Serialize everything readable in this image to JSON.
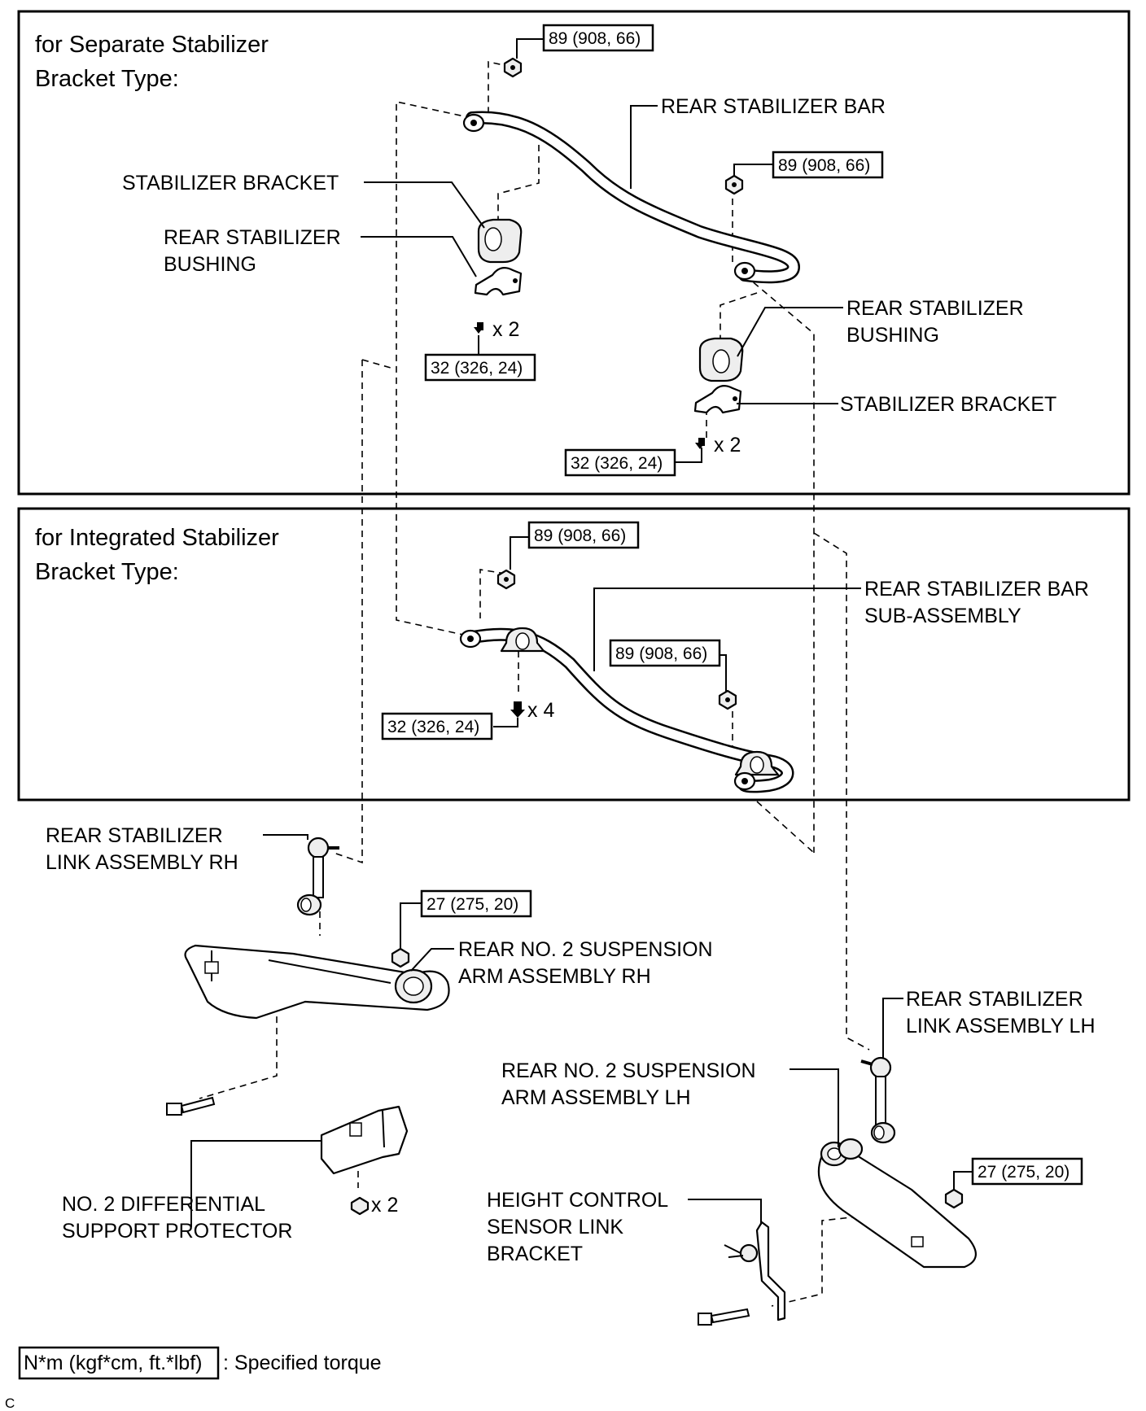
{
  "sections": {
    "separate_title": [
      "for Separate Stabilizer",
      "Bracket Type:"
    ],
    "integrated_title": [
      "for Integrated Stabilizer",
      "Bracket Type:"
    ]
  },
  "labels": {
    "rear_stabilizer_bar": "REAR STABILIZER BAR",
    "stabilizer_bracket": "STABILIZER BRACKET",
    "rear_stabilizer_bushing_1": "REAR STABILIZER",
    "rear_stabilizer_bushing_2": "BUSHING",
    "rear_stabilizer_bar_sub_1": "REAR STABILIZER BAR",
    "rear_stabilizer_bar_sub_2": "SUB-ASSEMBLY",
    "link_rh_1": "REAR STABILIZER",
    "link_rh_2": "LINK ASSEMBLY RH",
    "arm_rh_1": "REAR NO. 2  SUSPENSION",
    "arm_rh_2": "ARM ASSEMBLY RH",
    "link_lh_1": "REAR STABILIZER",
    "link_lh_2": "LINK ASSEMBLY LH",
    "arm_lh_1": "REAR NO. 2  SUSPENSION",
    "arm_lh_2": "ARM ASSEMBLY LH",
    "protector_1": "NO. 2 DIFFERENTIAL",
    "protector_2": "SUPPORT PROTECTOR",
    "height_1": "HEIGHT CONTROL",
    "height_2": "SENSOR LINK",
    "height_3": "BRACKET"
  },
  "torques": {
    "t89": "89 (908, 66)",
    "t32": "32 (326, 24)",
    "t27": "27 (275, 20)"
  },
  "quantities": {
    "x2": "x 2",
    "x4": "x 4"
  },
  "legend": {
    "unit": "N*m (kgf*cm, ft.*lbf)",
    "text": ": Specified torque"
  },
  "corner_mark": "C"
}
